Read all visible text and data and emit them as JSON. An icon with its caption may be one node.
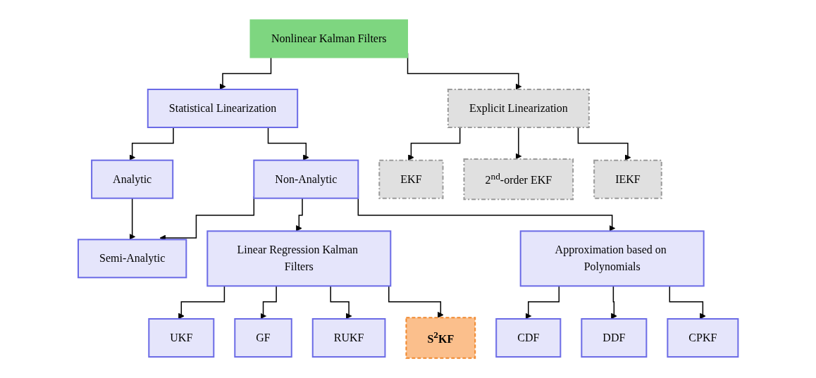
{
  "diagram": {
    "nodes": [
      {
        "text": [
          "Nonlinear Kalman Filters"
        ]
      },
      {
        "text": [
          "Statistical Linearization"
        ]
      },
      {
        "text": [
          "Explicit Linearization"
        ]
      },
      {
        "text": [
          "Analytic"
        ]
      },
      {
        "text": [
          "Semi-Analytic"
        ]
      },
      {
        "text": [
          "Non-Analytic"
        ]
      },
      {
        "text": [
          "EKF"
        ]
      },
      {
        "text": [
          "2$^{nd}$-order EKF"
        ]
      },
      {
        "text": [
          "IEKF"
        ]
      },
      {
        "text": [
          "Linear Regression Kalman Filters"
        ]
      },
      {
        "text": [
          "Approximation based on Polynomials"
        ]
      },
      {
        "text": [
          "UKF"
        ]
      },
      {
        "text": [
          "GF"
        ]
      },
      {
        "text": [
          "RUKF"
        ]
      },
      {
        "text": [
          "S$^{2}$KF"
        ]
      },
      {
        "text": [
          "CDF"
        ]
      },
      {
        "text": [
          "DDF"
        ]
      },
      {
        "text": [
          "CPKF"
        ]
      }
    ],
    "edges": [
      {
        "from": 0,
        "to": 1,
        "arrow": "to"
      },
      {
        "from": 0,
        "to": 2,
        "arrow": "to"
      },
      {
        "from": 1,
        "to": 3,
        "arrow": "to"
      },
      {
        "from": 1,
        "to": 5,
        "arrow": "to"
      },
      {
        "from": 3,
        "to": 4,
        "arrow": "to"
      },
      {
        "from": 5,
        "to": 4,
        "arrow": "to"
      },
      {
        "from": 2,
        "to": 6,
        "arrow": "to"
      },
      {
        "from": 2,
        "to": 7,
        "arrow": "to"
      },
      {
        "from": 2,
        "to": 8,
        "arrow": "to"
      },
      {
        "from": 5,
        "to": 9,
        "arrow": "to"
      },
      {
        "from": 5,
        "to": 10,
        "arrow": "to"
      },
      {
        "from": 9,
        "to": 11,
        "arrow": "to"
      },
      {
        "from": 9,
        "to": 12,
        "arrow": "to"
      },
      {
        "from": 9,
        "to": 13,
        "arrow": "to"
      },
      {
        "from": 9,
        "to": 14,
        "arrow": "to"
      },
      {
        "from": 10,
        "to": 15,
        "arrow": "to"
      },
      {
        "from": 10,
        "to": 16,
        "arrow": "to"
      },
      {
        "from": 10,
        "to": 17,
        "arrow": "to"
      }
    ]
  }
}
